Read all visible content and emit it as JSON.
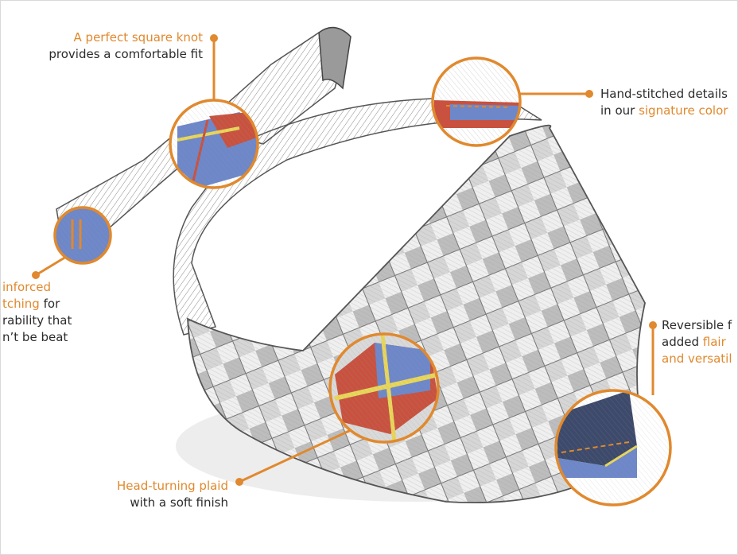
{
  "colors": {
    "accent": "#e0892e",
    "text": "#2b2b2b",
    "pencil": "#5a5a5a",
    "plaid_red": "#c8523f",
    "plaid_blue": "#5f7fc7",
    "plaid_yellow": "#e8d65a"
  },
  "callouts": {
    "knot": {
      "line1": "A perfect square knot",
      "line2": "provides a comfortable fit"
    },
    "stitched": {
      "line1": "Hand-stitched details",
      "line2_prefix": "in our ",
      "line2_accent": "signature color"
    },
    "reinforced": {
      "line1": "inforced",
      "line2_accent": "tching",
      "line2_rest": " for",
      "line3": "rability that",
      "line4": "n’t be beat"
    },
    "reversible": {
      "line1": "Reversible f",
      "line2_prefix": "added ",
      "line2_accent": "flair",
      "line3": "and versatil"
    },
    "plaid": {
      "line1": "Head-turning plaid",
      "line2": "with a soft finish"
    }
  }
}
